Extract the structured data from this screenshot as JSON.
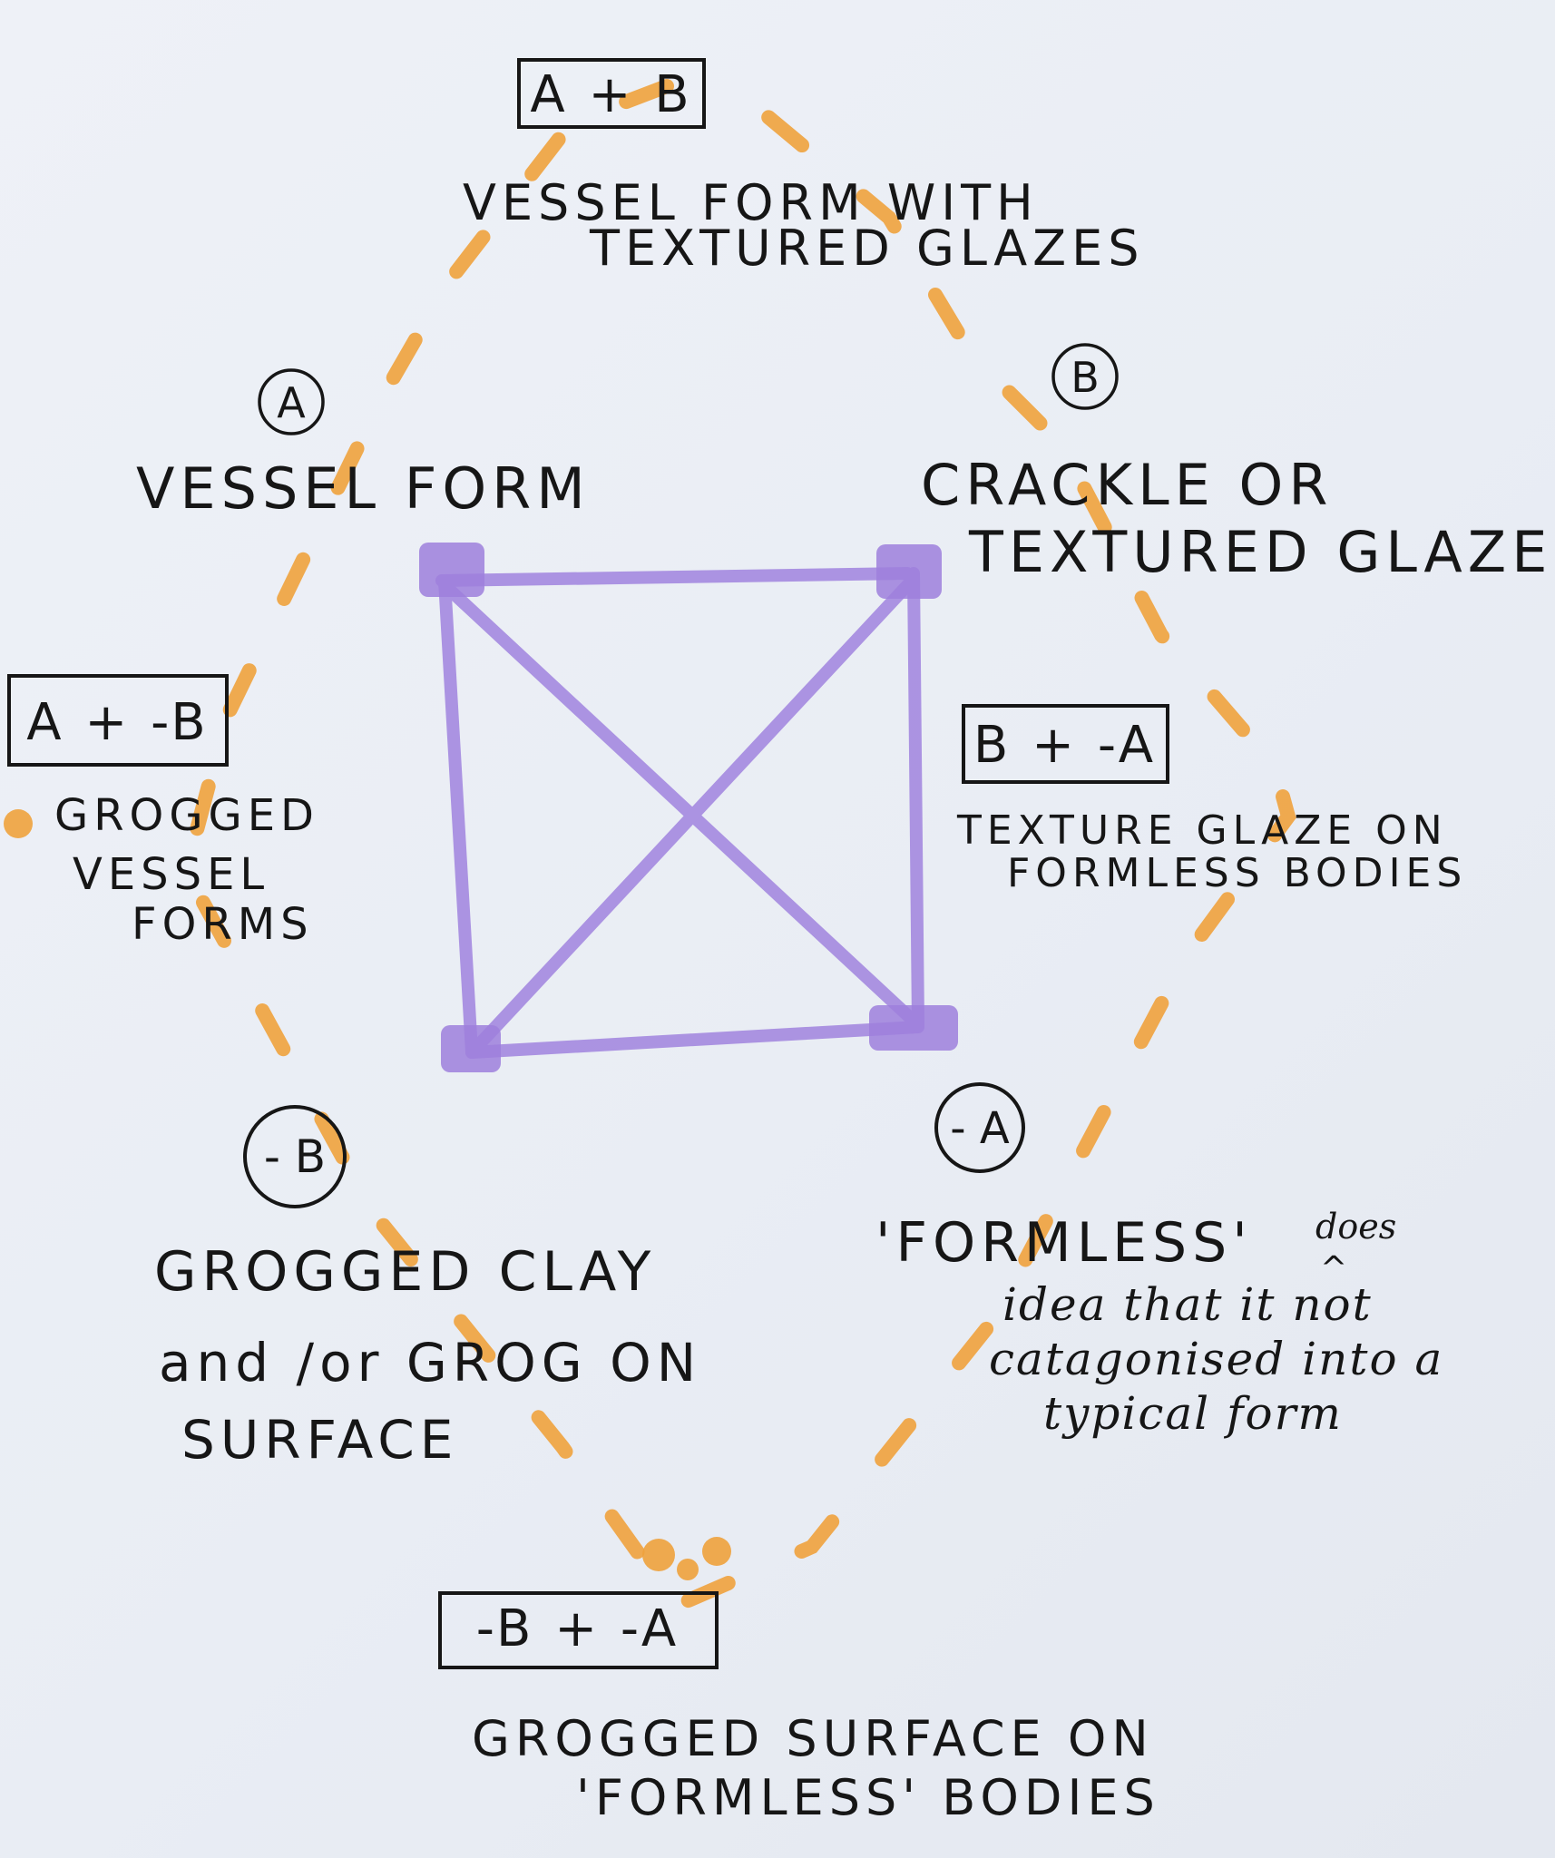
{
  "colors": {
    "paper": "#eaeef5",
    "ink": "#161616",
    "orange_dash": "#efa23d",
    "purple_square": "#a58ae0"
  },
  "nodes": {
    "top_box": {
      "label": "A + B",
      "caption_lines": [
        "VESSEL FORM WITH",
        "TEXTURED GLAZES"
      ]
    },
    "a": {
      "label": "A",
      "caption_lines": [
        "VESSEL FORM"
      ]
    },
    "b": {
      "label": "B",
      "caption_lines": [
        "CRACKLE OR",
        "TEXTURED GLAZES"
      ]
    },
    "left_box": {
      "label": "A + -B",
      "caption_lines": [
        "GROGGED",
        "VESSEL",
        "FORMS"
      ]
    },
    "right_box": {
      "label": "B + -A",
      "caption_lines": [
        "TEXTURE GLAZE ON",
        "FORMLESS BODIES"
      ]
    },
    "neg_b": {
      "label": "- B",
      "caption_lines": [
        "GROGGED CLAY",
        "and /or GROG ON",
        "SURFACE"
      ]
    },
    "neg_a": {
      "label": "- A",
      "title": "'FORMLESS'",
      "insert": "does",
      "caption_lines": [
        "idea that it not",
        "catagonised into a",
        "typical form"
      ]
    },
    "bottom_box": {
      "label": "-B + -A",
      "caption_lines": [
        "GROGGED SURFACE ON",
        "'FORMLESS' BODIES"
      ]
    }
  }
}
